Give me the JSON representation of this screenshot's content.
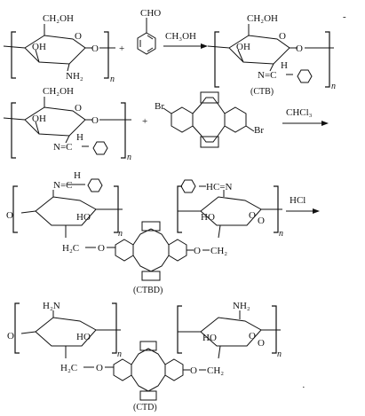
{
  "scheme": {
    "row1": {
      "ch2oh_a": "CH₂OH",
      "oh_a": "OH",
      "nh2_a": "NH₂",
      "o_ring_a": "O",
      "o_link_a": "O",
      "n_a": "n",
      "plus": "+",
      "cho": "CHO",
      "reagent": "CH₃OH",
      "ch2oh_b": "CH₂OH",
      "oh_b": "OH",
      "o_ring_b": "O",
      "o_link_b": "O",
      "imine_b": "N=C",
      "h_b": "H",
      "n_b": "n",
      "compound": "(CTB)",
      "mark": "-"
    },
    "row2": {
      "ch2oh": "CH₂OH",
      "oh": "OH",
      "o_ring": "O",
      "o_link": "O",
      "imine": "N=C",
      "h": "H",
      "n": "n",
      "plus": "+",
      "br_left": "Br",
      "br_right": "Br",
      "reagent": "CHCl₃"
    },
    "row3": {
      "imine_left": "N=C",
      "h_left": "H",
      "ho_left": "HO",
      "o_left": "O",
      "ch2_left": "H₂C",
      "o_ether_left": "O",
      "n_left": "n",
      "imine_right": "HC=N",
      "ho_right": "HO",
      "o_ring_right": "O",
      "o_right": "O",
      "o_ether_right": "O",
      "ch2_right": "CH₂",
      "n_right": "n",
      "reagent": "HCl",
      "compound": "(CTBD)"
    },
    "row4": {
      "h2n": "H₂N",
      "ho_left": "HO",
      "o_left": "O",
      "ch2_left": "H₂C",
      "o_ether_left": "O",
      "n_left": "n",
      "nh2": "NH₂",
      "ho_right": "HO",
      "o_ring_right": "O",
      "o_right": "O",
      "o_ether_right": "O",
      "ch2_right": "CH₂",
      "n_right": "n",
      "compound": "(CTD)",
      "dot": "·"
    }
  }
}
